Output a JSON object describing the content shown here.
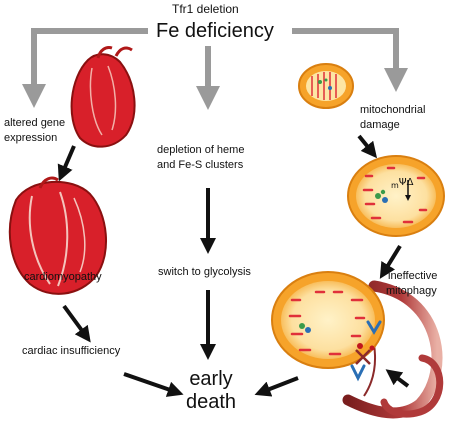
{
  "title": {
    "line1": "Tfr1 deletion",
    "line2": "Fe deficiency"
  },
  "labels": {
    "altered_gene_1": "altered gene",
    "altered_gene_2": "expression",
    "cardiomyopathy": "cardiomyopathy",
    "cardiac_insufficiency": "cardiac insufficiency",
    "depletion_1": "depletion of heme",
    "depletion_2": "and Fe-S clusters",
    "glycolysis": "switch to glycolysis",
    "mito_damage_1": "mitochondrial",
    "mito_damage_2": "damage",
    "ineffective_1": "ineffective",
    "ineffective_2": "mitophagy",
    "early_death_1": "early",
    "early_death_2": "death",
    "membrane_potential": "ΨΔ",
    "membrane_sub": "m"
  },
  "colors": {
    "gray_arrow": "#9a9a9a",
    "black_arrow": "#111111",
    "heart_red": "#d8202a",
    "heart_dark": "#8a1010",
    "mito_outer": "#f7a520",
    "mito_inner": "#fde5a4",
    "crista": "#e0303a",
    "membrane": "#8b2a2a",
    "receptor": "#2a6fb5"
  }
}
